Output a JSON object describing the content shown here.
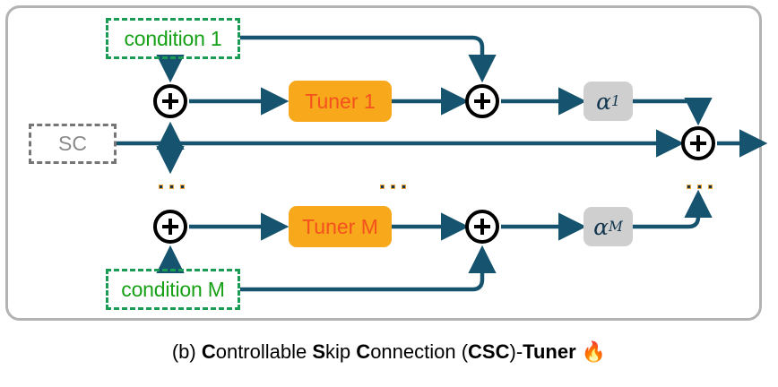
{
  "diagram": {
    "title": "Controllable Skip Connection (CSC)-Tuner",
    "frame_color": "#b3b3b3",
    "wire_color": "#15536e",
    "conditions": [
      {
        "id": "condition-1",
        "label": "condition 1",
        "color": "#16a016",
        "border": "#1a9c55"
      },
      {
        "id": "condition-m",
        "label": "condition M",
        "color": "#16a016",
        "border": "#1a9c55"
      }
    ],
    "skip_connection": {
      "label": "SC",
      "color": "#8a8a8a",
      "border": "#767676"
    },
    "tuners": [
      {
        "id": "tuner-1",
        "label": "Tuner 1",
        "fill": "#f7a81b",
        "text_color": "#f4511e"
      },
      {
        "id": "tuner-m",
        "label": "Tuner M",
        "fill": "#f7a81b",
        "text_color": "#f4511e"
      }
    ],
    "scales": [
      {
        "id": "alpha-1",
        "base": "α",
        "exponent": "1",
        "fill": "#cfcfcf",
        "text_color": "#12364f"
      },
      {
        "id": "alpha-m",
        "base": "α",
        "exponent": "M",
        "fill": "#cfcfcf",
        "text_color": "#12364f"
      }
    ],
    "adders": [
      {
        "id": "adder-top-left",
        "symbol": "+"
      },
      {
        "id": "adder-top-right",
        "symbol": "+"
      },
      {
        "id": "adder-bottom-left",
        "symbol": "+"
      },
      {
        "id": "adder-bottom-right",
        "symbol": "+"
      },
      {
        "id": "adder-output",
        "symbol": "+"
      }
    ],
    "ellipses": [
      {
        "id": "ellipsis-left",
        "text": "..."
      },
      {
        "id": "ellipsis-middle",
        "text": "..."
      },
      {
        "id": "ellipsis-right",
        "text": "..."
      }
    ]
  },
  "caption": {
    "prefix": "(b) ",
    "parts": [
      {
        "text": "C",
        "bold": true
      },
      {
        "text": "ontrollable ",
        "bold": false
      },
      {
        "text": "S",
        "bold": true
      },
      {
        "text": "kip ",
        "bold": false
      },
      {
        "text": "C",
        "bold": true
      },
      {
        "text": "onnection (",
        "bold": false
      },
      {
        "text": "CSC",
        "bold": true
      },
      {
        "text": ")-",
        "bold": false
      },
      {
        "text": "Tuner",
        "bold": true
      }
    ],
    "icon": "🔥",
    "icon_name": "flame-icon",
    "full_text": "(b) Controllable Skip Connection (CSC)-Tuner 🔥"
  }
}
